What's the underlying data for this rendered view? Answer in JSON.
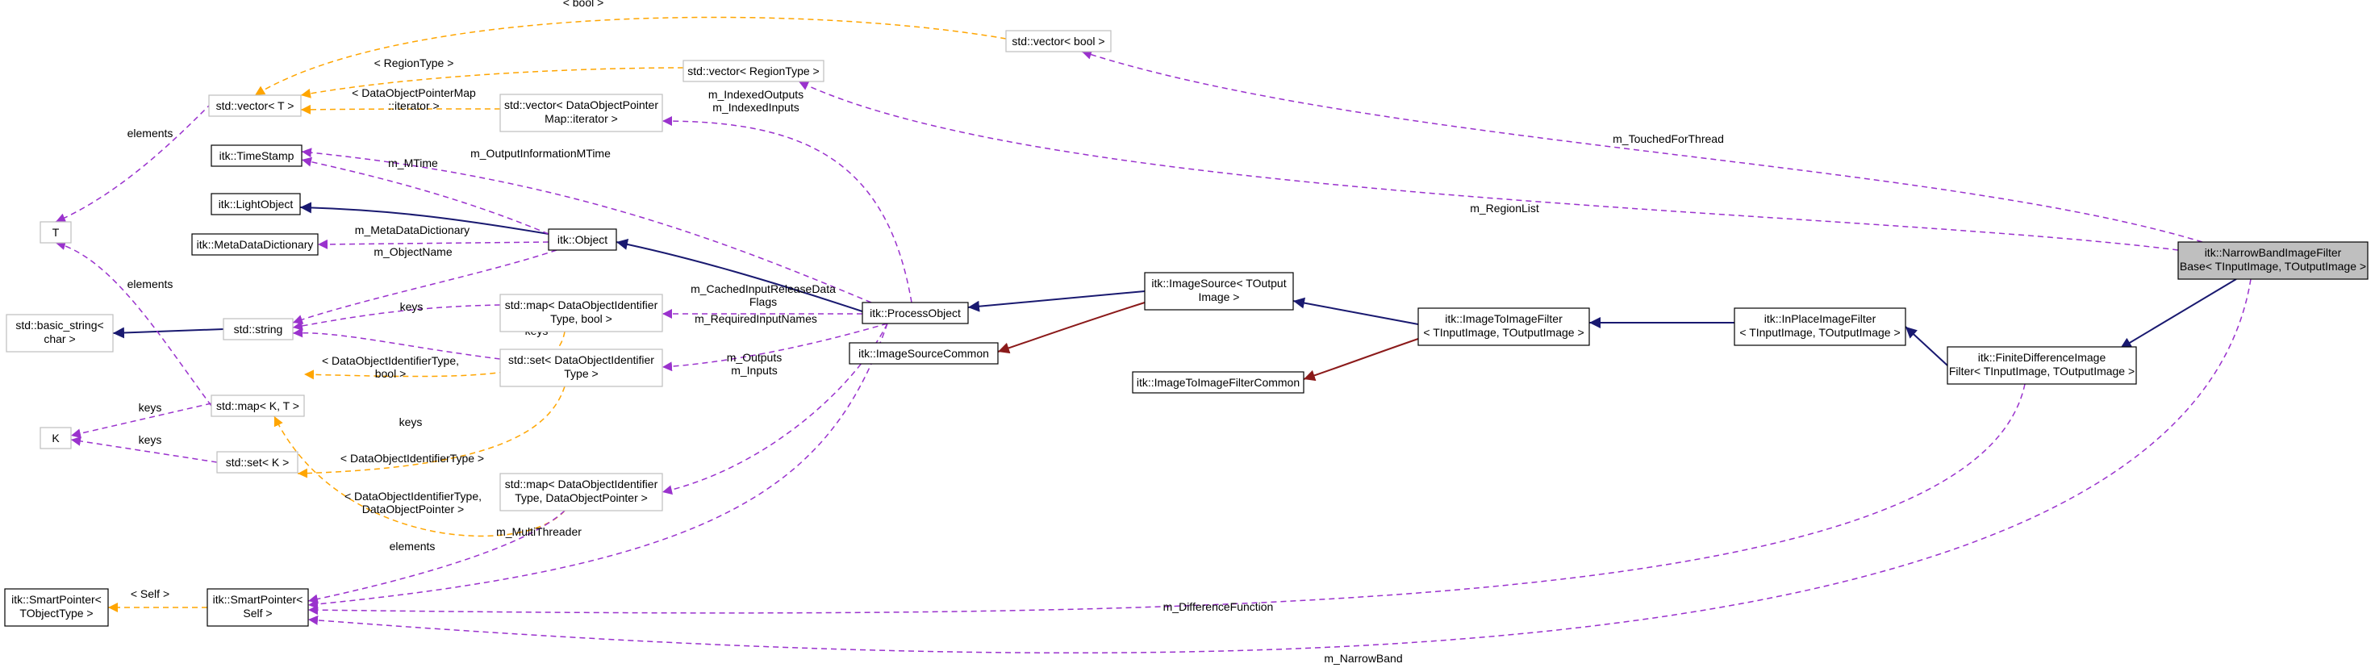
{
  "diagram": {
    "colors": {
      "inheritance": "#191970",
      "usage": "#9a32cd",
      "template": "#ffa500",
      "private_inheritance": "#8b1a1a",
      "border_documented": "#000000",
      "border_undocumented": "#bfbfbf",
      "highlight_fill": "#bfbfbf"
    },
    "nodes": {
      "narrowband": {
        "lines": [
          "itk::NarrowBandImageFilter",
          "Base< TInputImage, TOutputImage >"
        ]
      },
      "finitediff": {
        "lines": [
          "itk::FiniteDifferenceImage",
          "Filter< TInputImage, TOutputImage >"
        ]
      },
      "inplace": {
        "lines": [
          "itk::InPlaceImageFilter",
          "< TInputImage, TOutputImage >"
        ]
      },
      "imgtoimg": {
        "lines": [
          "itk::ImageToImageFilter",
          "< TInputImage, TOutputImage >"
        ]
      },
      "imgtoimgcommon": {
        "lines": [
          "itk::ImageToImageFilterCommon"
        ]
      },
      "imagesource": {
        "lines": [
          "itk::ImageSource< TOutput",
          "Image >"
        ]
      },
      "imagesourcecommon": {
        "lines": [
          "itk::ImageSourceCommon"
        ]
      },
      "processobject": {
        "lines": [
          "itk::ProcessObject"
        ]
      },
      "object": {
        "lines": [
          "itk::Object"
        ]
      },
      "lightobject": {
        "lines": [
          "itk::LightObject"
        ]
      },
      "timestamp": {
        "lines": [
          "itk::TimeStamp"
        ]
      },
      "metadatadict": {
        "lines": [
          "itk::MetaDataDictionary"
        ]
      },
      "stdstring": {
        "lines": [
          "std::string"
        ]
      },
      "basicstring": {
        "lines": [
          "std::basic_string<",
          "char >"
        ]
      },
      "vectorT": {
        "lines": [
          "std::vector< T >"
        ]
      },
      "T": {
        "lines": [
          "T"
        ]
      },
      "K": {
        "lines": [
          "K"
        ]
      },
      "vectorbool": {
        "lines": [
          "std::vector< bool >"
        ]
      },
      "vectorregion": {
        "lines": [
          "std::vector< RegionType >"
        ]
      },
      "vectordop": {
        "lines": [
          "std::vector< DataObjectPointer",
          "Map::iterator >"
        ]
      },
      "mapbool": {
        "lines": [
          "std::map< DataObjectIdentifier",
          "Type, bool >"
        ]
      },
      "settype": {
        "lines": [
          "std::set< DataObjectIdentifier",
          "Type >"
        ]
      },
      "mapKT": {
        "lines": [
          "std::map< K, T >"
        ]
      },
      "setK": {
        "lines": [
          "std::set< K >"
        ]
      },
      "mapdop": {
        "lines": [
          "std::map< DataObjectIdentifier",
          "Type, DataObjectPointer >"
        ]
      },
      "smartptrT": {
        "lines": [
          "itk::SmartPointer<",
          "TObjectType >"
        ]
      },
      "smartptrSelf": {
        "lines": [
          "itk::SmartPointer<",
          "Self >"
        ]
      }
    },
    "edge_labels": {
      "bool": [
        "< bool >"
      ],
      "regiontype": [
        "< RegionType >"
      ],
      "dopmap": [
        "< DataObjectPointerMap",
        "::iterator >"
      ],
      "elements_t": [
        "elements"
      ],
      "indexed": [
        "m_IndexedOutputs",
        "m_IndexedInputs"
      ],
      "touched": [
        "m_TouchedForThread"
      ],
      "outinfo": [
        "m_OutputInformationMTime"
      ],
      "mtime": [
        "m_MTime"
      ],
      "regionlist": [
        "m_RegionList"
      ],
      "metadict": [
        "m_MetaDataDictionary"
      ],
      "objname": [
        "m_ObjectName"
      ],
      "cached": [
        "m_CachedInputReleaseData",
        "Flags"
      ],
      "keys_map": [
        "keys"
      ],
      "required": [
        "m_RequiredInputNames"
      ],
      "elements_s": [
        "elements"
      ],
      "keys_set": [
        "keys"
      ],
      "doit_bool": [
        "< DataObjectIdentifierType,",
        "bool >"
      ],
      "outputs": [
        "m_Outputs",
        "m_Inputs"
      ],
      "keys_k1": [
        "keys"
      ],
      "keys_mid": [
        "keys"
      ],
      "keys_k2": [
        "keys"
      ],
      "doit": [
        "< DataObjectIdentifierType >"
      ],
      "doit_dop": [
        "< DataObjectIdentifierType,",
        "DataObjectPointer >"
      ],
      "multithreader": [
        "m_MultiThreader"
      ],
      "elements_sp": [
        "elements"
      ],
      "self": [
        "< Self >"
      ],
      "difffunc": [
        "m_DifferenceFunction"
      ],
      "narrowband": [
        "m_NarrowBand"
      ]
    }
  }
}
